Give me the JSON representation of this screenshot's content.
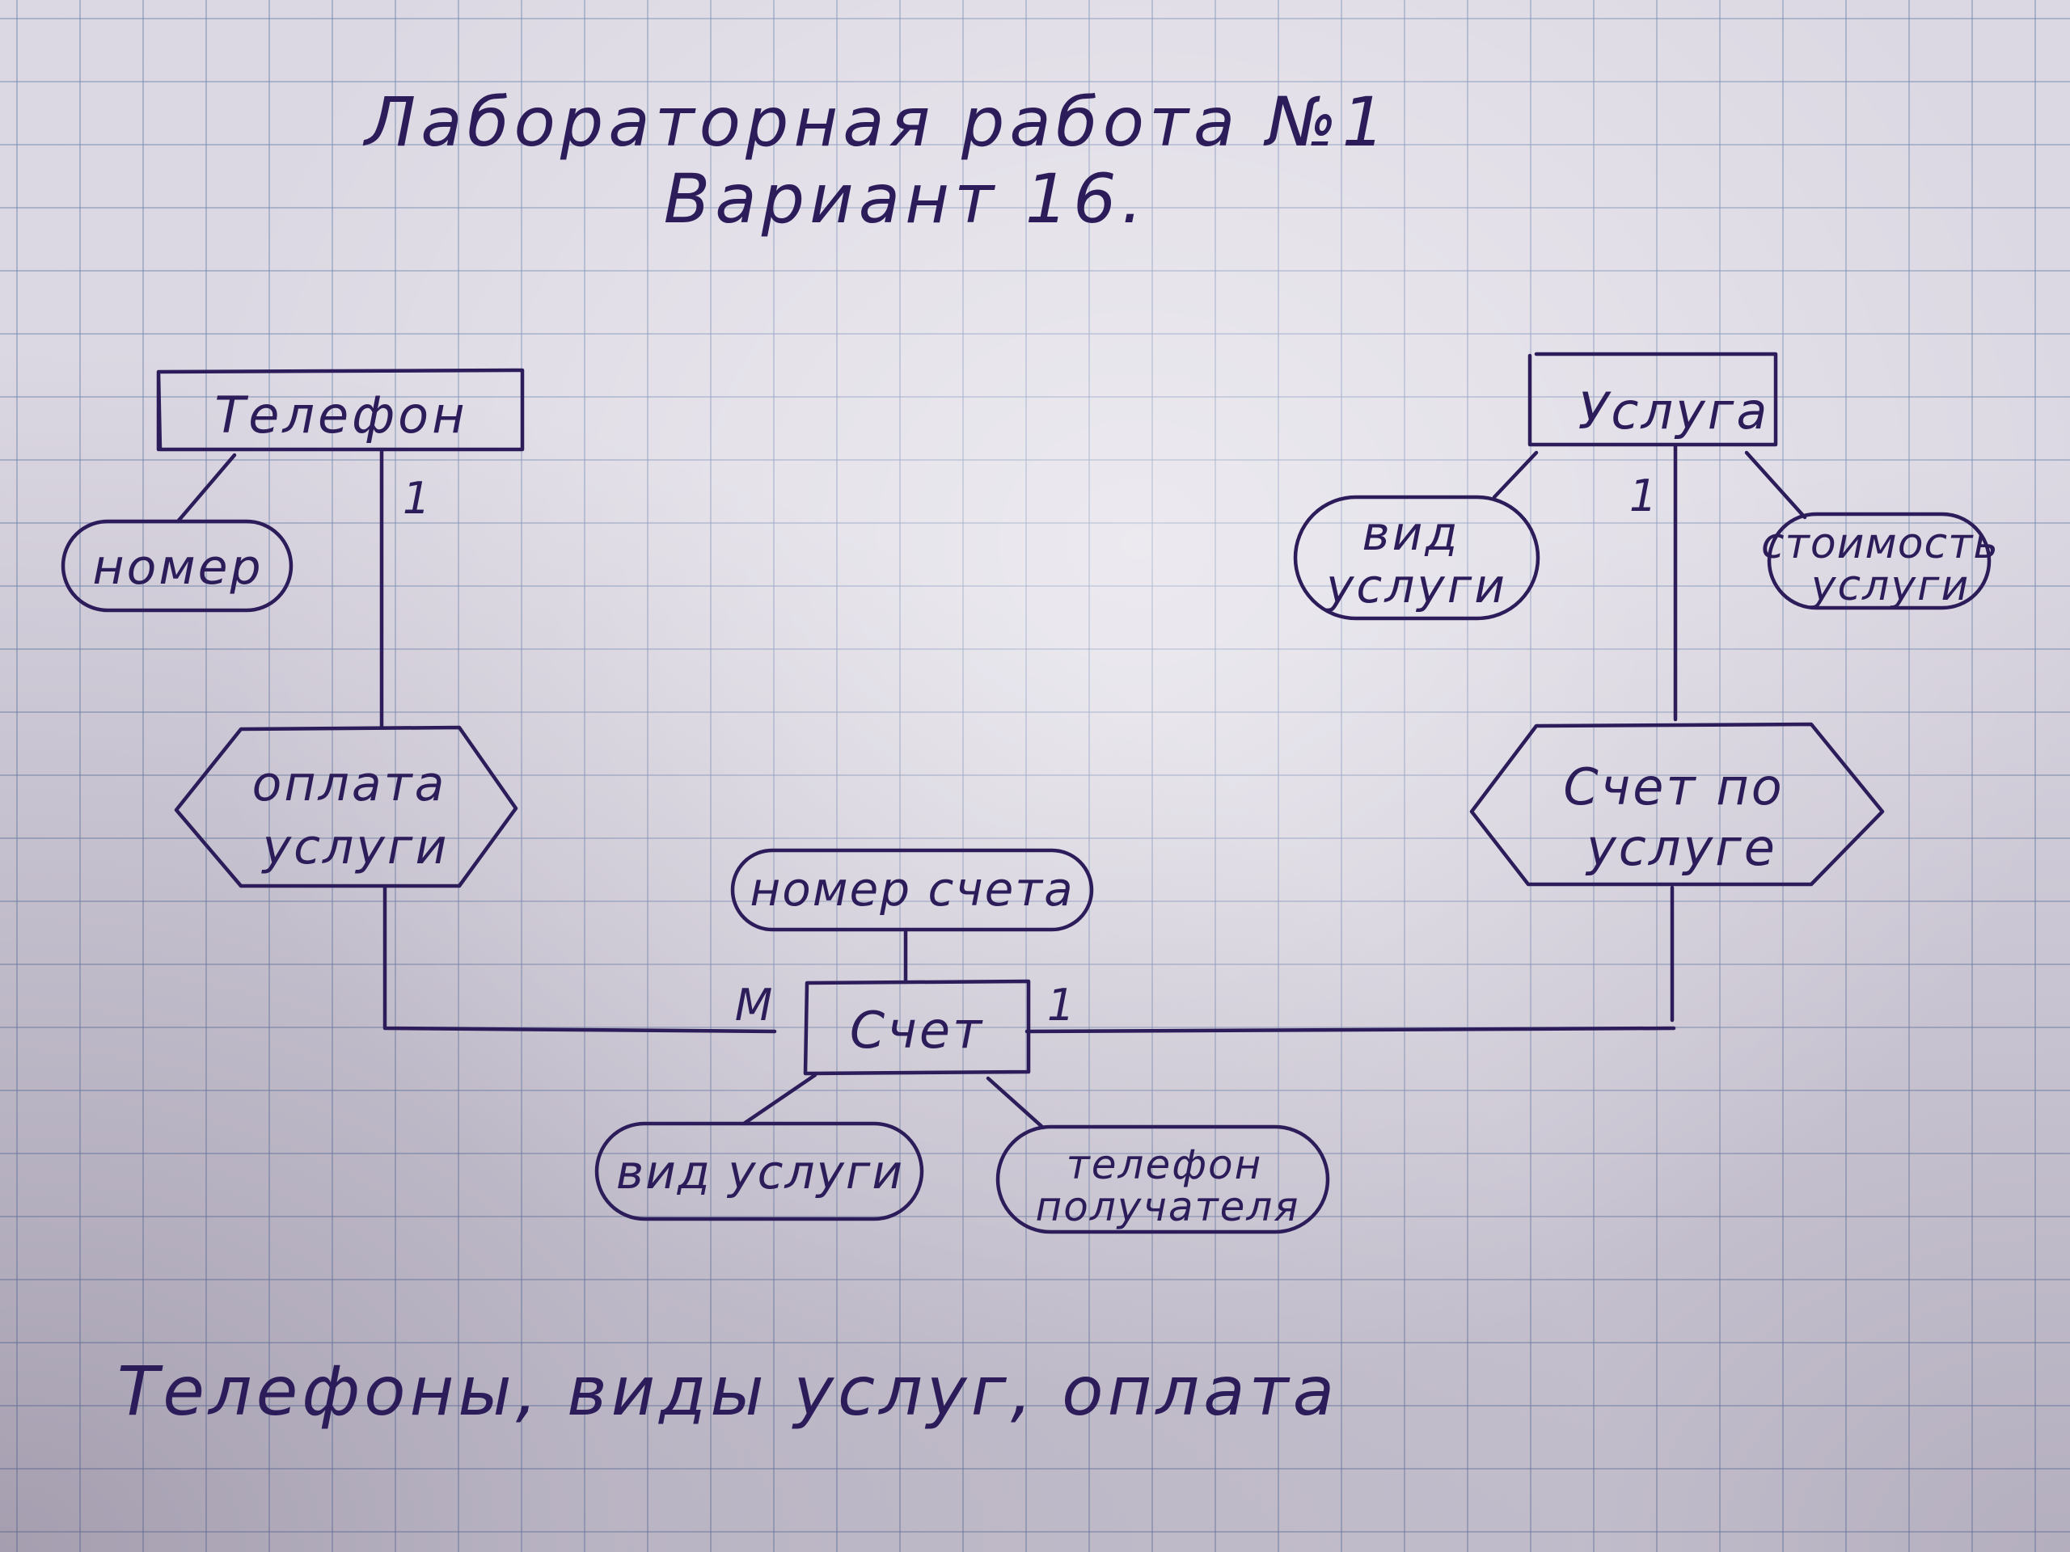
{
  "title": {
    "line1": "Лабораторная работа №1",
    "line2": "Вариант 16."
  },
  "entities": {
    "telefon": "Телефон",
    "usluga": "Услуга",
    "schet": "Счет"
  },
  "attributes": {
    "nomer": "номер",
    "vid_uslugi_line1": "вид",
    "vid_uslugi_line2": "услуги",
    "stoimost_line1": "стоимость",
    "stoimost_line2": "услуги",
    "nomer_scheta": "номер счета",
    "vid_uslugi_schet": "вид услуги",
    "telefon_poluch_line1": "телефон",
    "telefon_poluch_line2": "получателя"
  },
  "relationships": {
    "oplata_line1": "оплата",
    "oplata_line2": "услуги",
    "schet_po_line1": "Счет по",
    "schet_po_line2": "услуге"
  },
  "cardinalities": {
    "telefon_oplata": "1",
    "usluga_schet": "1",
    "schet_left": "М",
    "schet_right": "1"
  },
  "footer": "Телефоны, виды услуг, оплата"
}
